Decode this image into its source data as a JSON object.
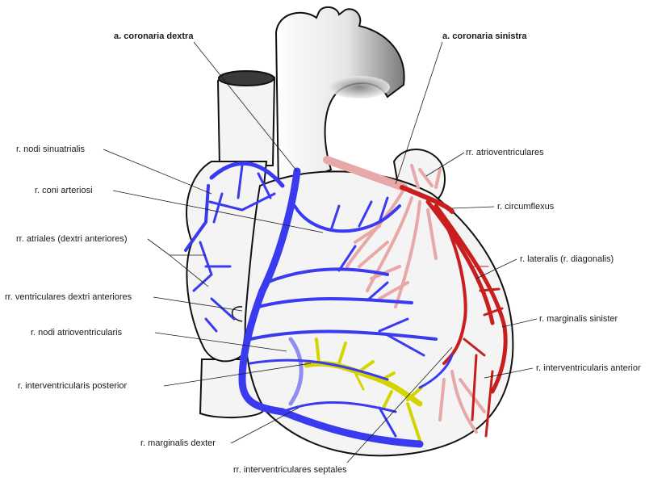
{
  "labels": {
    "a_coronaria_dextra": "a. coronaria  dextra",
    "a_coronaria_sinistra": "a. coronaria  sinistra",
    "r_nodi_sinuatrialis": "r. nodi sinuatrialis",
    "r_coni_arteriosi": "r. coni arteriosi",
    "rr_atriales": "rr. atriales (dextri anteriores)",
    "rr_ventriculares_dextri": "rr. ventriculares dextri anteriores",
    "r_nodi_atrioventricularis": "r. nodi atrioventricularis",
    "r_interventricularis_posterior": "r. interventricularis posterior",
    "r_marginalis_dexter": "r. marginalis dexter",
    "rr_interventriculares_septales": "rr. interventriculares septales",
    "rr_atrioventriculares": "rr. atrioventriculares",
    "r_circumflexus": "r. circumflexus",
    "r_lateralis": "r. lateralis (r. diagonalis)",
    "r_marginalis_sinister": "r. marginalis sinister",
    "r_interventricularis_anterior": "r. interventricularis anterior"
  },
  "colors": {
    "right_coronary": "#3a3af0",
    "left_coronary": "#c81e1e",
    "left_branches_pale": "#e8a8a8",
    "septal_branches": "#d4d400",
    "heart_fill": "#f4f4f4",
    "outline": "#111111"
  }
}
